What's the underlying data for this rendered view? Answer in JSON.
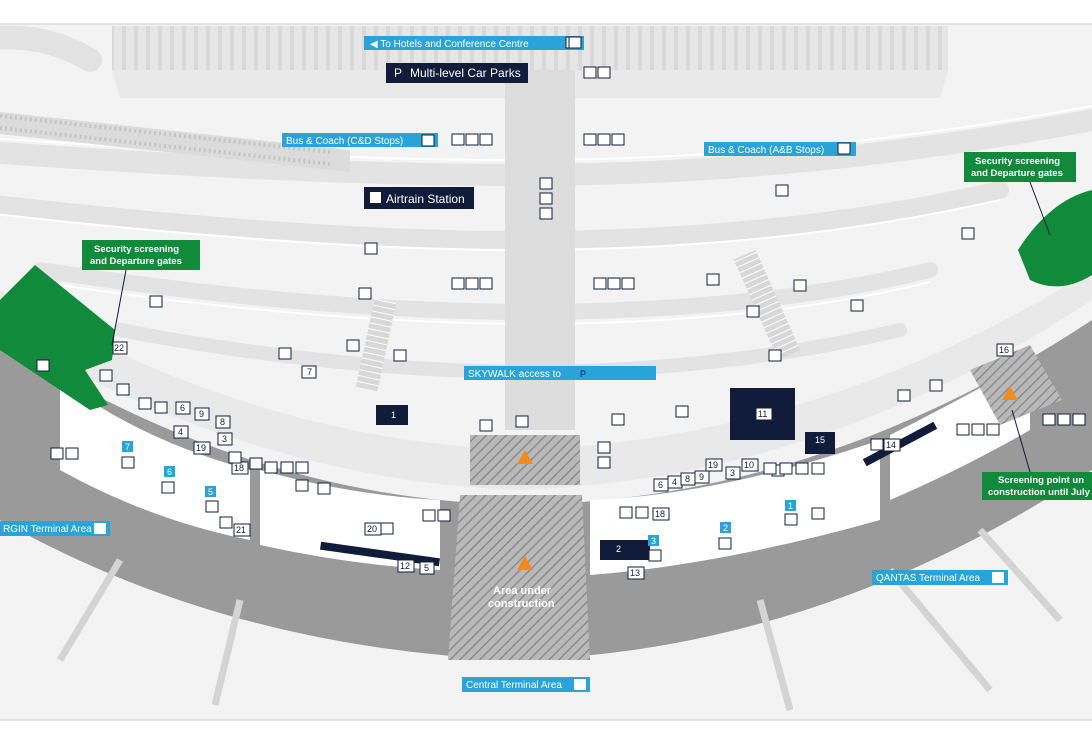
{
  "labels": {
    "hotels": "◀ To Hotels and Conference Centre",
    "car_parks": "Multi-level Car Parks",
    "bus_cd": "Bus & Coach (C&D Stops)",
    "bus_ab": "Bus & Coach (A&B Stops)",
    "airtrain": "Airtrain Station",
    "skywalk": "SKYWALK access to",
    "security_left_1": "Security screening",
    "security_left_2": "and Departure gates",
    "security_right_1": "Security screening",
    "security_right_2": "and Departure gates",
    "screening_1": "Screening point un",
    "screening_2": "construction until July",
    "area_1": "Area under",
    "area_2": "construction",
    "virgin": "RGIN Terminal Area",
    "qantas": "QANTAS Terminal Area",
    "central": "Central Terminal Area"
  },
  "gates": {
    "g7": "7",
    "g6": "6",
    "g5": "5",
    "g2": "2",
    "g3": "3",
    "g1": "1"
  },
  "counters": {
    "c1": "1",
    "c2": "2",
    "c3": "3",
    "c4": "4",
    "c5": "5",
    "c6": "6",
    "c7": "7",
    "c8": "8",
    "c9": "9",
    "c10": "10",
    "c11": "11",
    "c12": "12",
    "c13": "13",
    "c14": "14",
    "c15": "15",
    "c16": "16",
    "c18": "18",
    "c19": "19",
    "c20": "20",
    "c21": "21",
    "c22": "22"
  },
  "colors": {
    "navy": "#111c3a",
    "blue": "#2aa3d8",
    "green": "#128a3c",
    "terminal": "#9a9a9a",
    "road": "#e5e5e5",
    "ground": "#f4f4f4"
  },
  "icons": {
    "parking": "P",
    "bus": "bus-icon",
    "train": "train-icon",
    "escalator": "escalator-icon",
    "lift": "lift-icon",
    "toilet": "toilet-icon",
    "accessible": "accessible-icon",
    "taxi": "taxi-icon",
    "hazard": "hazard-icon"
  }
}
